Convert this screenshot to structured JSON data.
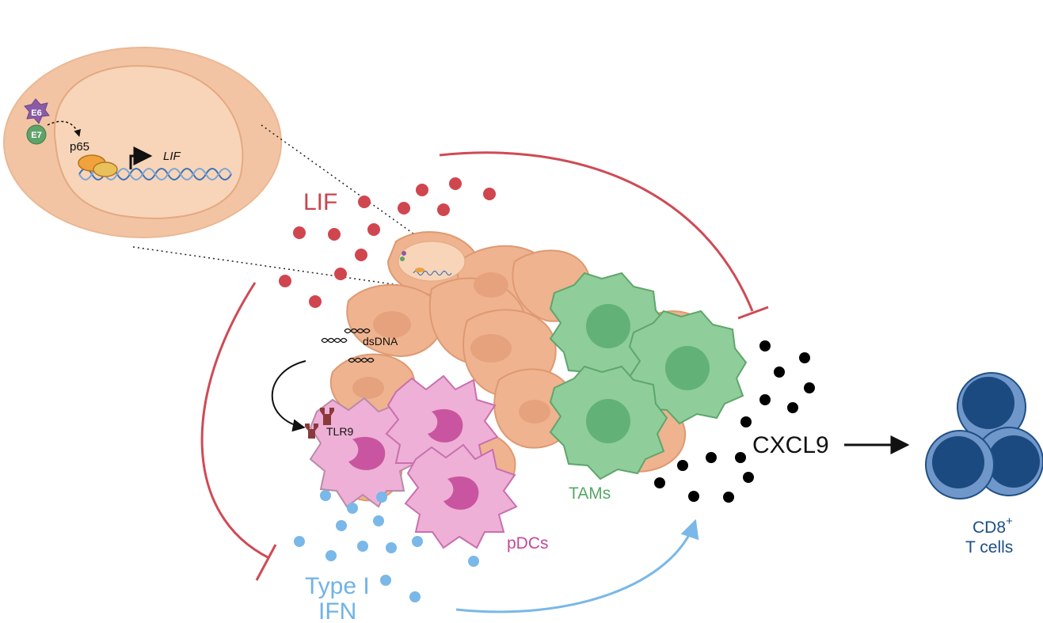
{
  "labels": {
    "lif": "LIF",
    "type_i_line1": "Type I",
    "type_i_line2": "IFN",
    "cxcl9": "CXCL9",
    "tams": "TAMs",
    "pdcs": "pDCs",
    "cd8": "CD8",
    "cd8_sup": "+",
    "t_cells": "T cells",
    "dsdna": "dsDNA",
    "tlr9": "TLR9",
    "p65": "p65",
    "lif_gene": "LIF",
    "e6": "E6",
    "e7": "E7"
  },
  "colors": {
    "lif": "#d0464f",
    "ifn": "#79b8e8",
    "cxcl9": "#000000",
    "tumor_cell": "#efb38f",
    "tam": "#8fcd9a",
    "pdc": "#eeb0d6",
    "cd8": "#1f4f86",
    "inhibition": "#cf4a55"
  },
  "icons": [
    "e6-star-icon",
    "e7-circle-icon",
    "p65-complex-icon",
    "dna-helix-icon",
    "transcription-arrow-icon",
    "tlr9-receptor-icon",
    "dsdna-fragment-icon"
  ]
}
